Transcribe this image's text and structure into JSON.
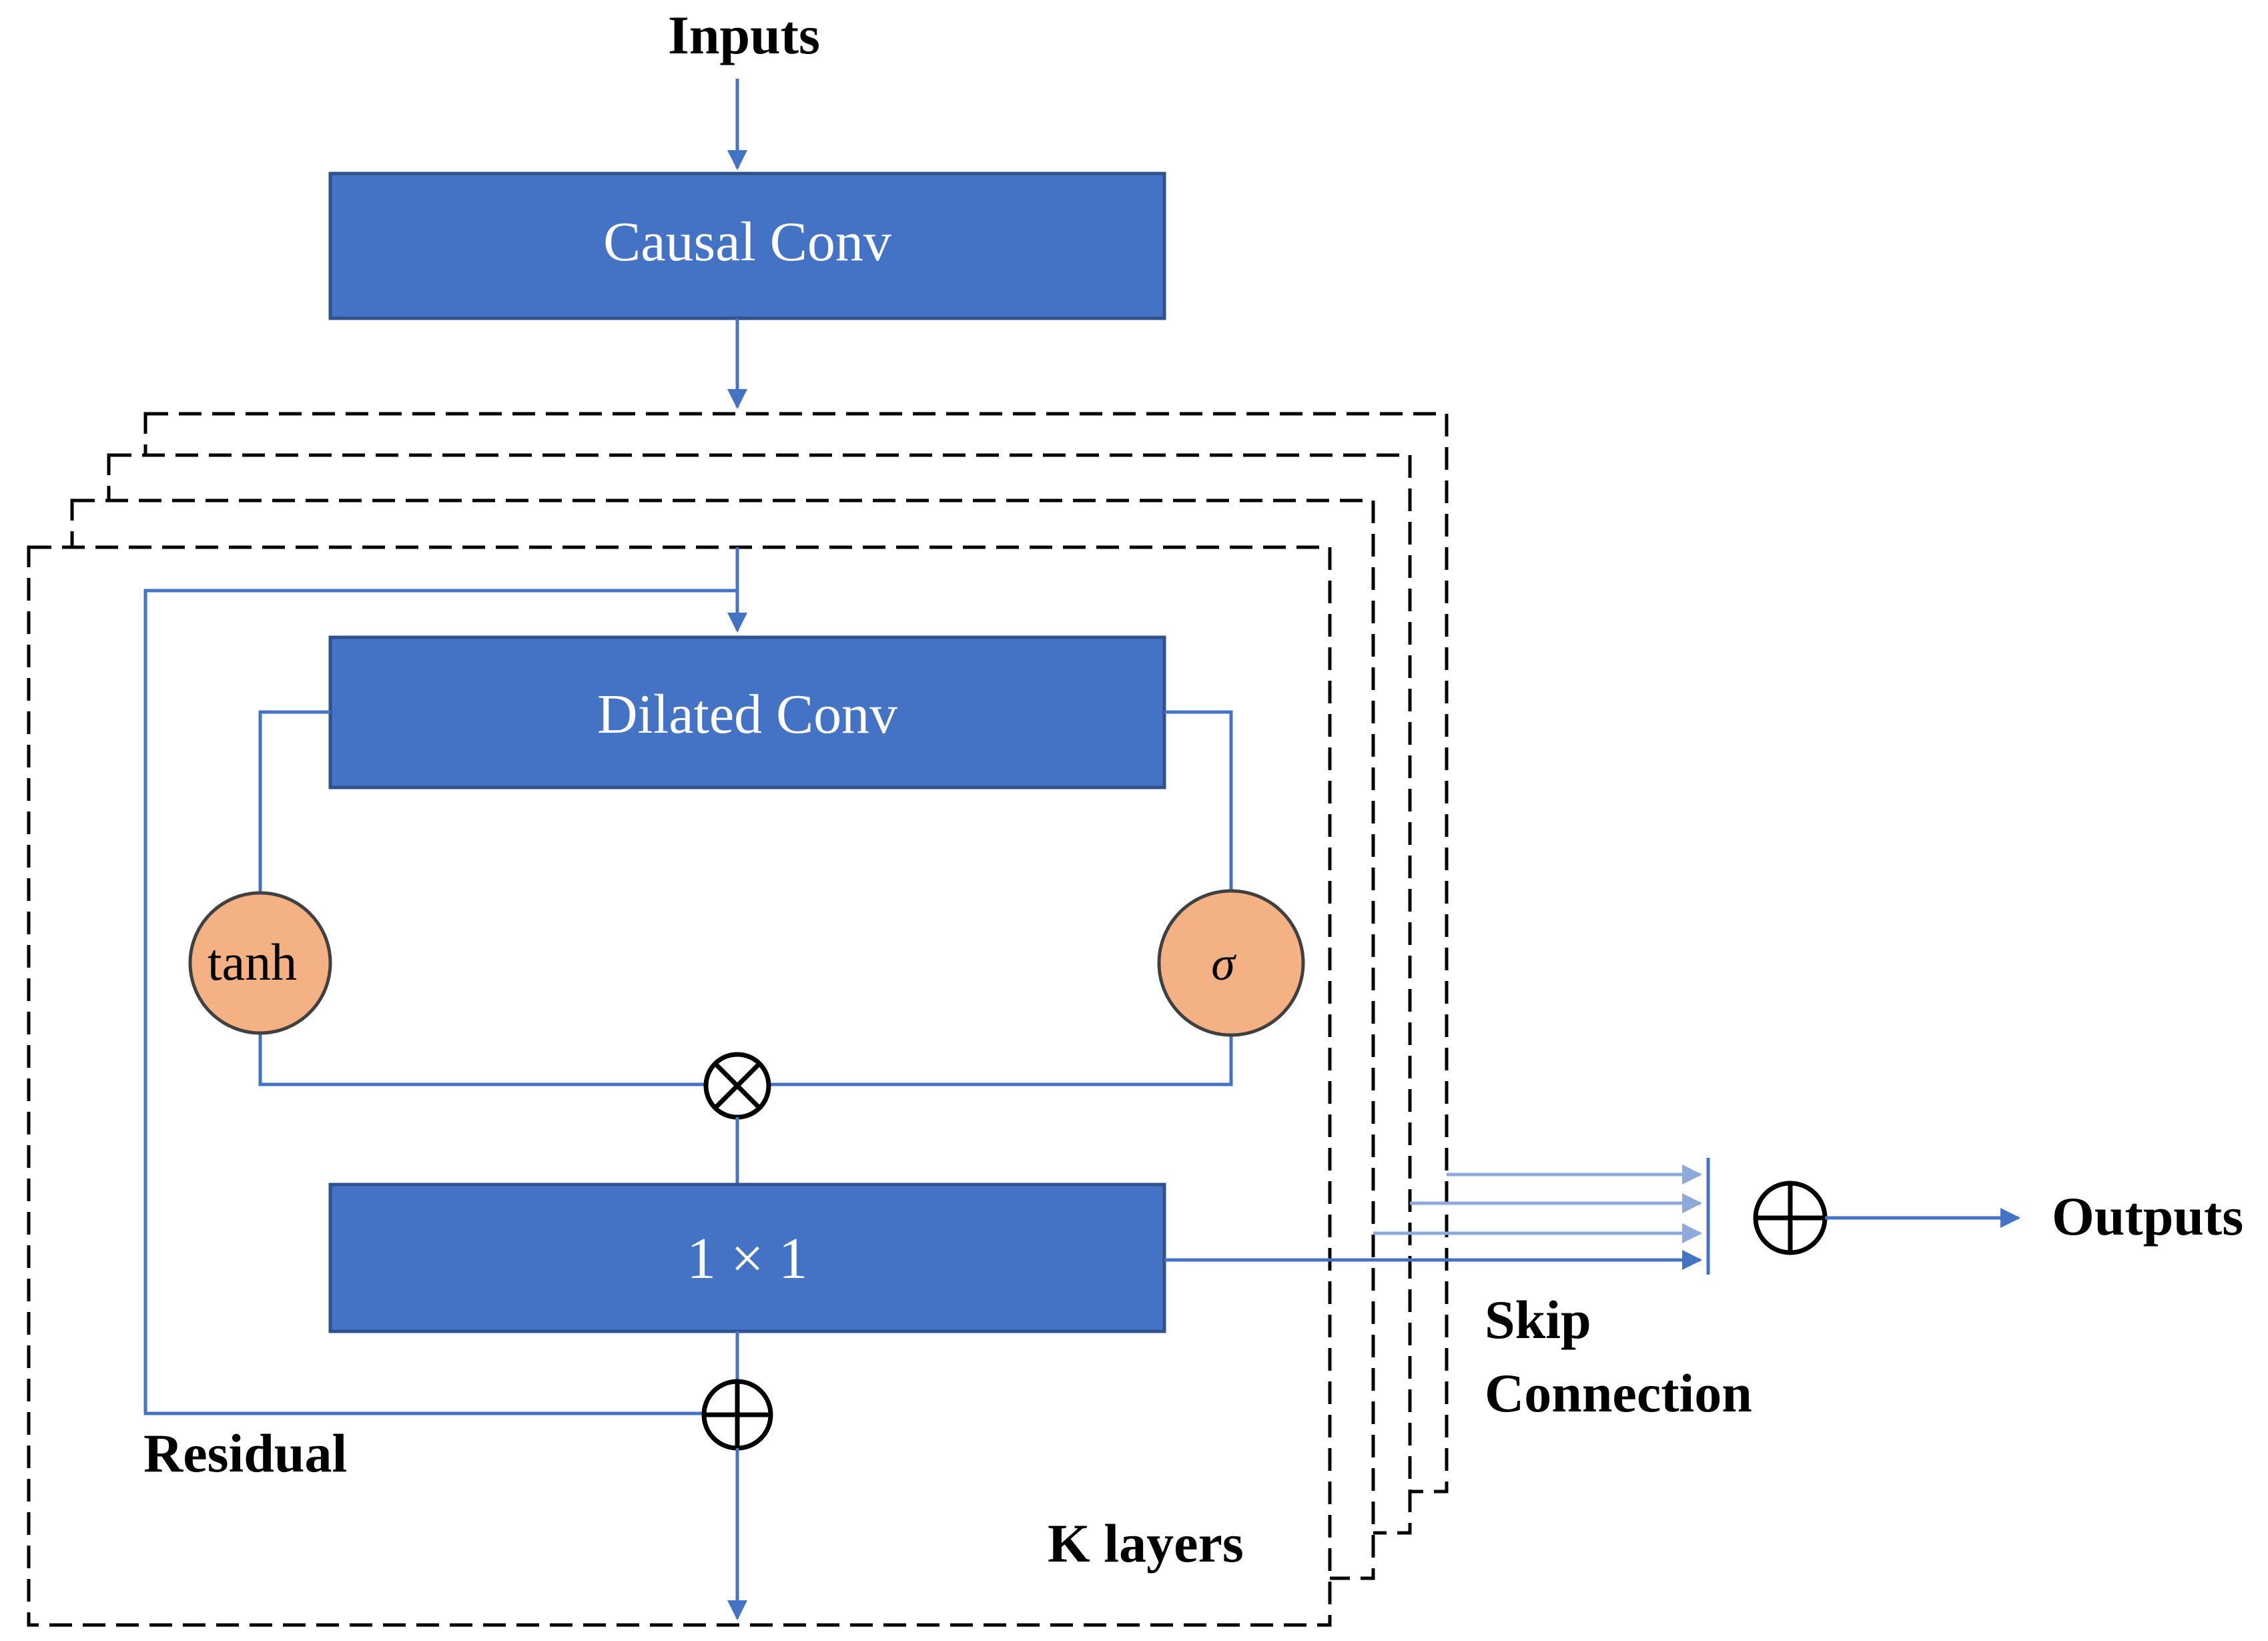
{
  "labels": {
    "inputs": "Inputs",
    "causal_conv": "Causal Conv",
    "dilated_conv": "Dilated Conv",
    "tanh": "tanh",
    "sigma": "σ",
    "one_by_one": "1 × 1",
    "residual": "Residual",
    "k_layers": "K layers",
    "skip_line1": "Skip",
    "skip_line2": "Connection",
    "outputs": "Outputs"
  },
  "colors": {
    "block_fill": "#4472c4",
    "block_border": "#2f528f",
    "block_text": "#ffffff",
    "line": "#4472c4",
    "line_faded": "#8eaadb",
    "gate_fill": "#f4b183",
    "gate_border": "#404040",
    "dash": "#000000",
    "text": "#000000"
  }
}
